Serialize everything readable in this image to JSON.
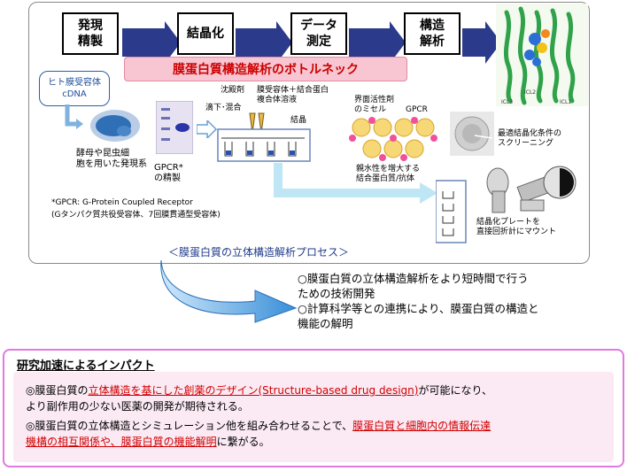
{
  "process": {
    "steps": [
      {
        "label": "発現\n精製"
      },
      {
        "label": "結晶化"
      },
      {
        "label": "データ\n測定"
      },
      {
        "label": "構造\n解析"
      }
    ],
    "bottleneck": "膜蛋白質構造解析のボトルネック",
    "cdna": "ヒト膜受容体\ncDNA",
    "expression": "酵母や昆虫細\n胞を用いた発現系",
    "gpcr_purify": "GPCR*\nの精製",
    "drip_mix": "滴下･混合",
    "precipitant": "沈殿剤",
    "receptor_solution": "膜受容体＋結合蛋白\n複合体溶液",
    "crystal": "結晶",
    "micelle": "界面活性剤\nのミセル",
    "gpcr_label": "GPCR",
    "binding_protein": "親水性を増大する\n結合蛋白質/抗体",
    "screening": "最適結晶化条件の\nスクリーニング",
    "mount": "結晶化プレートを\n直接回折計にマウント",
    "footnote_1": "*GPCR: G-Protein Coupled Receptor",
    "footnote_2": "(Gタンパク質共役受容体、7回膜貫通型受容体)",
    "caption": "＜膜蛋白質の立体構造解析プロセス＞",
    "icl_labels": [
      "ICL3",
      "ICL2",
      "ICL1"
    ]
  },
  "goals": [
    "○膜蛋白質の立体構造解析をより短時間で行う",
    "ための技術開発",
    "○計算科学等との連携により、膜蛋白質の構造と",
    "機能の解明"
  ],
  "impact": {
    "title": "研究加速によるインパクト",
    "line1_a": "◎膜蛋白質の",
    "line1_hl": "立体構造を基にした創薬のデザイン(Structure-based drug design)",
    "line1_b": "が可能になり、",
    "line2": "より副作用の少ない医薬の開発が期待される。",
    "line3_a": "◎膜蛋白質の立体構造とシミュレーション他を組み合わせることで、",
    "line3_hl": "膜蛋白質と細胞内の情報伝達",
    "line4_hl": "機構の相互関係や、膜蛋白質の機能解明",
    "line4_b": "に繋がる。"
  },
  "colors": {
    "arrow": "#2c3a8c",
    "banner_bg": "#f7c6d2",
    "banner_text": "#cc0000",
    "highlight": "#d00000",
    "impact_border": "#e07ae0"
  }
}
